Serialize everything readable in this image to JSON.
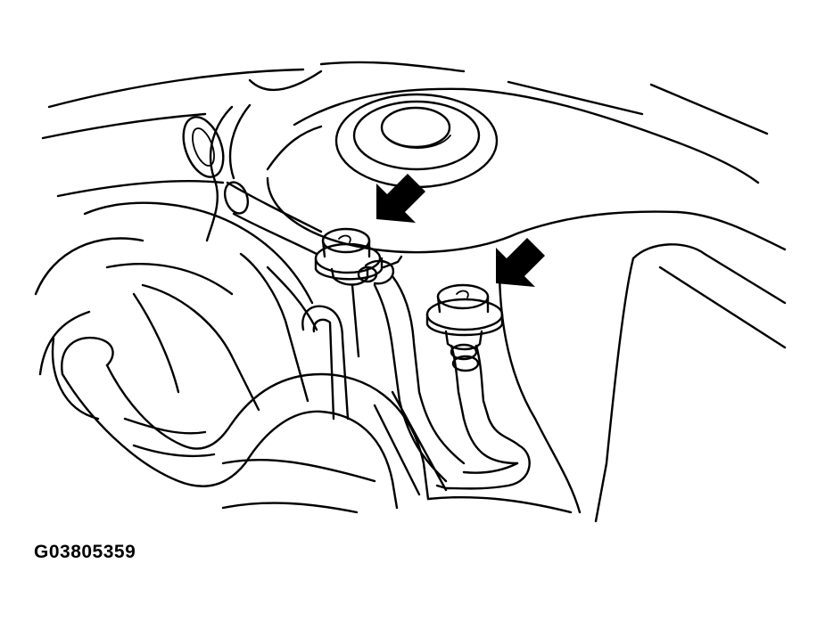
{
  "figure": {
    "id_label": "G03805359",
    "colors": {
      "line": "#000000",
      "background": "#ffffff"
    },
    "callouts": [
      {
        "name": "arrow-upper",
        "points_to": "fuel-pressure-pulsation-damper-1"
      },
      {
        "name": "arrow-lower",
        "points_to": "fuel-pressure-pulsation-damper-2"
      }
    ]
  }
}
